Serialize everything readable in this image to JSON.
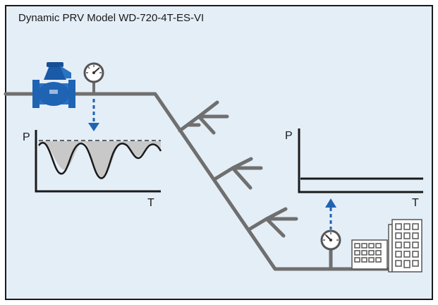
{
  "title": "Dynamic PRV Model WD-720-4T-ES-VI",
  "left_graph": {
    "y_axis_label": "P",
    "x_axis_label": "T"
  },
  "right_graph": {
    "y_axis_label": "P",
    "x_axis_label": "T"
  },
  "colors": {
    "background": "#e4eef7",
    "border": "#1a1a1a",
    "pipe": "#6f6f6f",
    "valve": "#1f63b3",
    "arrow": "#1f63b3",
    "wave_fill": "#c8c8c8",
    "title_text": "#1a1a1a"
  },
  "icons": [
    "prv-valve-icon",
    "pressure-gauge-icon",
    "building-icon"
  ]
}
